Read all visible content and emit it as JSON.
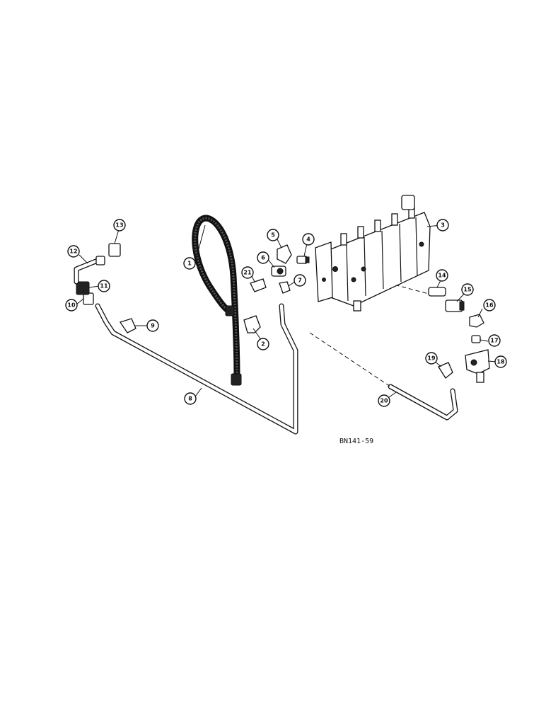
{
  "reference_code": "BN141-59",
  "callouts": [
    {
      "label": "1"
    },
    {
      "label": "2"
    },
    {
      "label": "3"
    },
    {
      "label": "4"
    },
    {
      "label": "5"
    },
    {
      "label": "6"
    },
    {
      "label": "7"
    },
    {
      "label": "8"
    },
    {
      "label": "9"
    },
    {
      "label": "10"
    },
    {
      "label": "11"
    },
    {
      "label": "12"
    },
    {
      "label": "13"
    },
    {
      "label": "14"
    },
    {
      "label": "15"
    },
    {
      "label": "16"
    },
    {
      "label": "17"
    },
    {
      "label": "18"
    },
    {
      "label": "19"
    },
    {
      "label": "20"
    },
    {
      "label": "21"
    }
  ]
}
